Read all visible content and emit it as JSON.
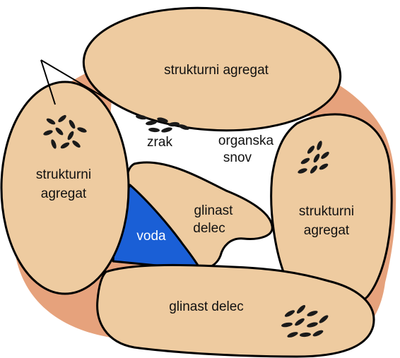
{
  "colors": {
    "aggregate_fill": "#eecba0",
    "halo_fill": "#e6a27c",
    "water_fill": "#1a5fd6",
    "pore_fill": "#ffffff",
    "outline": "#000000",
    "particle_fill": "#1a1a1a"
  },
  "labels": {
    "top_aggregate": "strukturni agregat",
    "left_aggregate_line1": "strukturni",
    "left_aggregate_line2": "agregat",
    "right_aggregate_line1": "strukturni",
    "right_aggregate_line2": "agregat",
    "bottom_clay": "glinast delec",
    "center_clay_line1": "glinast",
    "center_clay_line2": "delec",
    "air": "zrak",
    "organic_line1": "organska",
    "organic_line2": "snov",
    "water": "voda"
  },
  "icons": {
    "particle_clusters": "organic-matter-particles"
  }
}
